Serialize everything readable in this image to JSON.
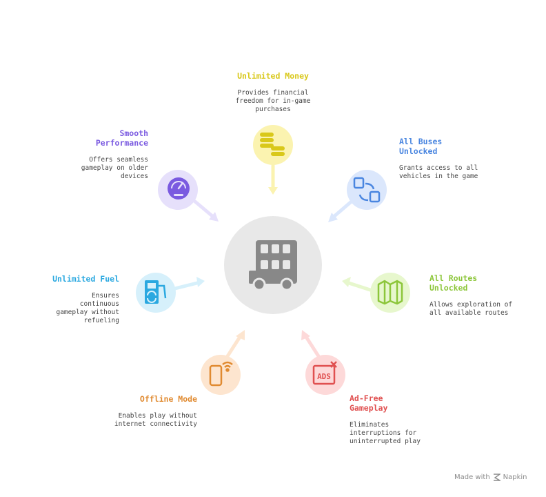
{
  "center": {
    "icon": "bus-icon"
  },
  "features": [
    {
      "id": "money",
      "title": "Unlimited Money",
      "desc": "Provides financial freedom for in-game purchases",
      "color": "#d9c81a",
      "icon": "coins-icon"
    },
    {
      "id": "buses",
      "title": "All Buses Unlocked",
      "desc": "Grants access to all vehicles in the game",
      "color": "#4a86e0",
      "icon": "bus-swap-icon"
    },
    {
      "id": "routes",
      "title": "All Routes Unlocked",
      "desc": "Allows exploration of all available routes",
      "color": "#8cc63a",
      "icon": "map-icon"
    },
    {
      "id": "adfree",
      "title": "Ad-Free Gameplay",
      "desc": "Eliminates interruptions for uninterrupted play",
      "color": "#e05050",
      "icon": "no-ads-icon"
    },
    {
      "id": "offline",
      "title": "Offline Mode",
      "desc": "Enables play without internet connectivity",
      "color": "#e08a30",
      "icon": "phone-wifi-icon"
    },
    {
      "id": "fuel",
      "title": "Unlimited Fuel",
      "desc": "Ensures continuous gameplay without refueling",
      "color": "#2aa8e0",
      "icon": "fuel-pump-icon"
    },
    {
      "id": "perf",
      "title": "Smooth Performance",
      "desc": "Offers seamless gameplay on older devices",
      "color": "#7a5ae0",
      "icon": "speedometer-icon"
    }
  ],
  "footer": {
    "made_with": "Made with",
    "brand": "Napkin"
  }
}
